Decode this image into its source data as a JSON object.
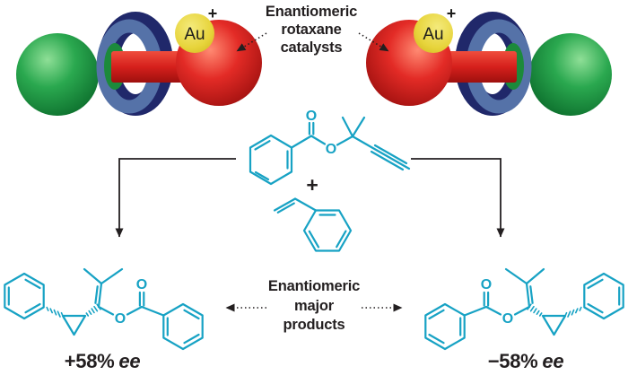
{
  "colors": {
    "structure_teal": "#17a2c4",
    "text_dark": "#231f20",
    "sphere_green": "#2aa04c",
    "sphere_red": "#e32726",
    "ring_navy": "#20286a",
    "ring_steel_blue": "#5572a8",
    "gold_yellow": "#e9d83f"
  },
  "top_annotation": {
    "lines": [
      "Enantiomeric",
      "rotaxane",
      "catalysts"
    ]
  },
  "catalyst": {
    "metal": "Au",
    "charge": "+"
  },
  "scheme": {
    "plus": "+",
    "oxygen": "O"
  },
  "bottom_annotation": {
    "lines": [
      "Enantiomeric",
      "major",
      "products"
    ]
  },
  "results": {
    "left": {
      "value": "+58%",
      "unit": "ee"
    },
    "right": {
      "value": "−58%",
      "unit": "ee"
    }
  }
}
